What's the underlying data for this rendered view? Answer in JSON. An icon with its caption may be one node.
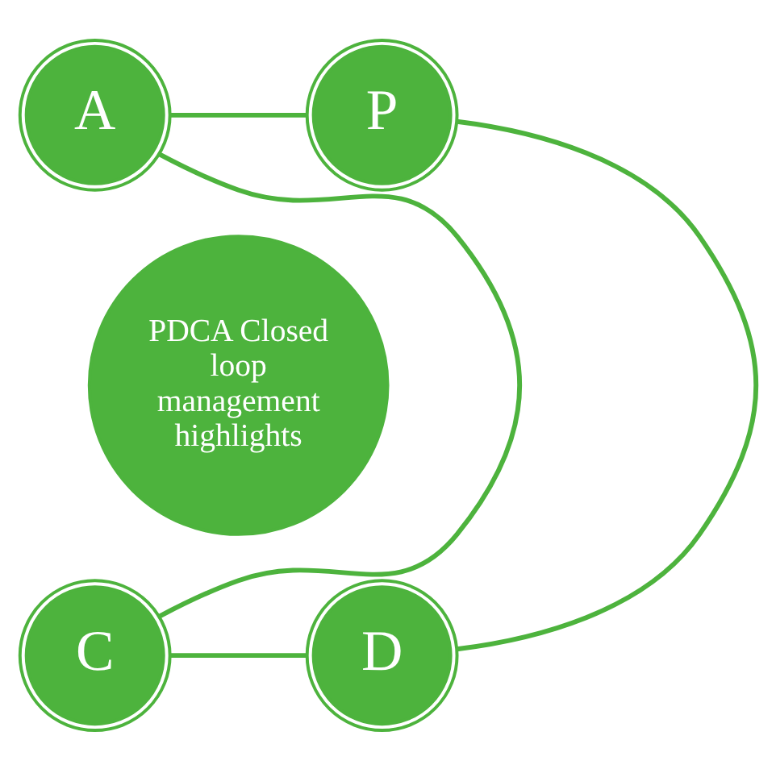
{
  "diagram": {
    "nodes": [
      {
        "text": [
          "A"
        ]
      },
      {
        "text": [
          "P"
        ]
      },
      {
        "text": [
          "PDCA Closed loop management highlights"
        ]
      },
      {
        "text": [
          "C"
        ]
      },
      {
        "text": [
          "D"
        ]
      }
    ],
    "edges": [
      {
        "from": 1,
        "to": 4,
        "arrow": "none"
      },
      {
        "from": 4,
        "to": 3,
        "arrow": "none"
      },
      {
        "from": 3,
        "to": 0,
        "arrow": "none"
      },
      {
        "from": 0,
        "to": 1,
        "arrow": "none"
      }
    ]
  }
}
